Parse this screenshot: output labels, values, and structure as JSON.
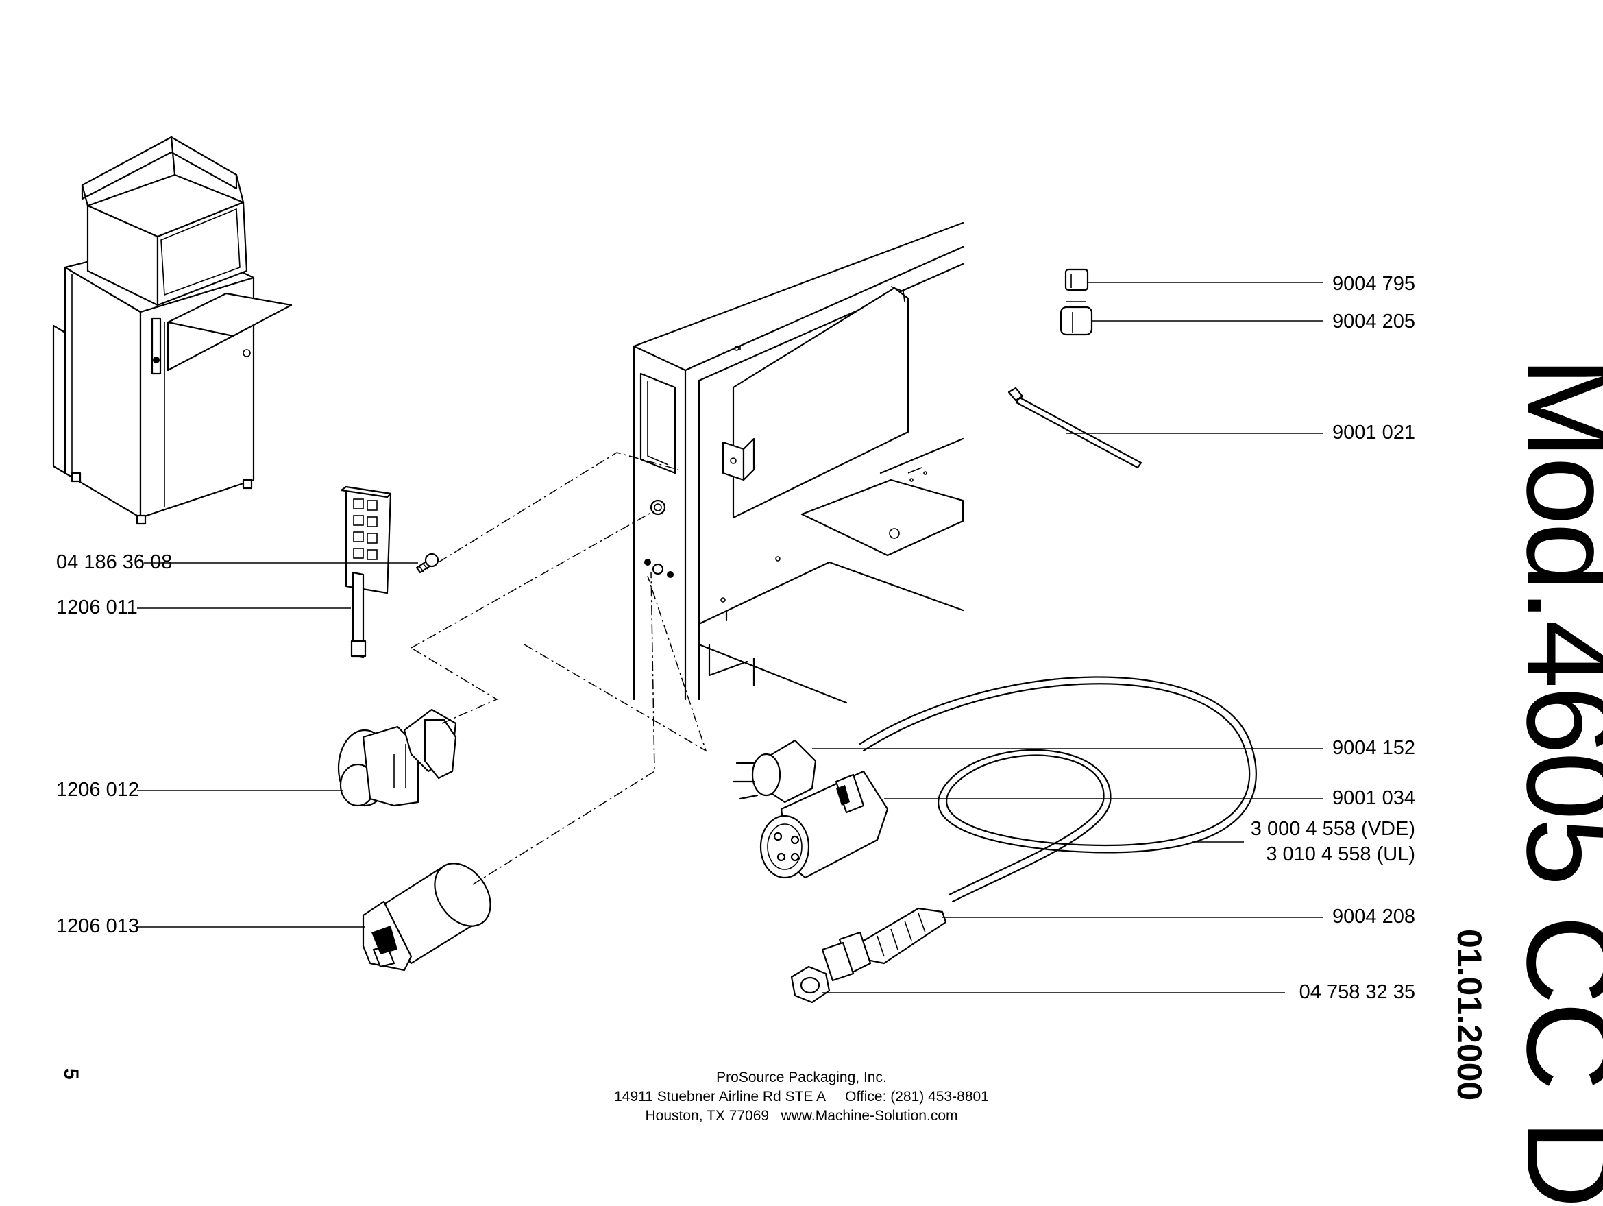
{
  "title": {
    "model": "Mod.4605 CC D",
    "date": "01.01.2000"
  },
  "page_number": "5",
  "part_numbers": {
    "p9004795": "9004 795",
    "p9004205": "9004 205",
    "p9001021": "9001 021",
    "p04186308": "04 186 36 08",
    "p1206011": "1206 011",
    "p1206012": "1206 012",
    "p1206013": "1206 013",
    "p9004152": "9004 152",
    "p9001034": "9001 034",
    "p3000vde": "3 000 4 558 (VDE)",
    "p3010ul": "3 010 4 558 (UL)",
    "p9004208": "9004 208",
    "p04758": "04 758 32 35"
  },
  "footer": {
    "company": "ProSource Packaging, Inc.",
    "address_line": "14911 Stuebner Airline Rd STE A     Office: (281) 453-8801",
    "city_line": "Houston, TX 77069   www.Machine-Solution.com"
  }
}
